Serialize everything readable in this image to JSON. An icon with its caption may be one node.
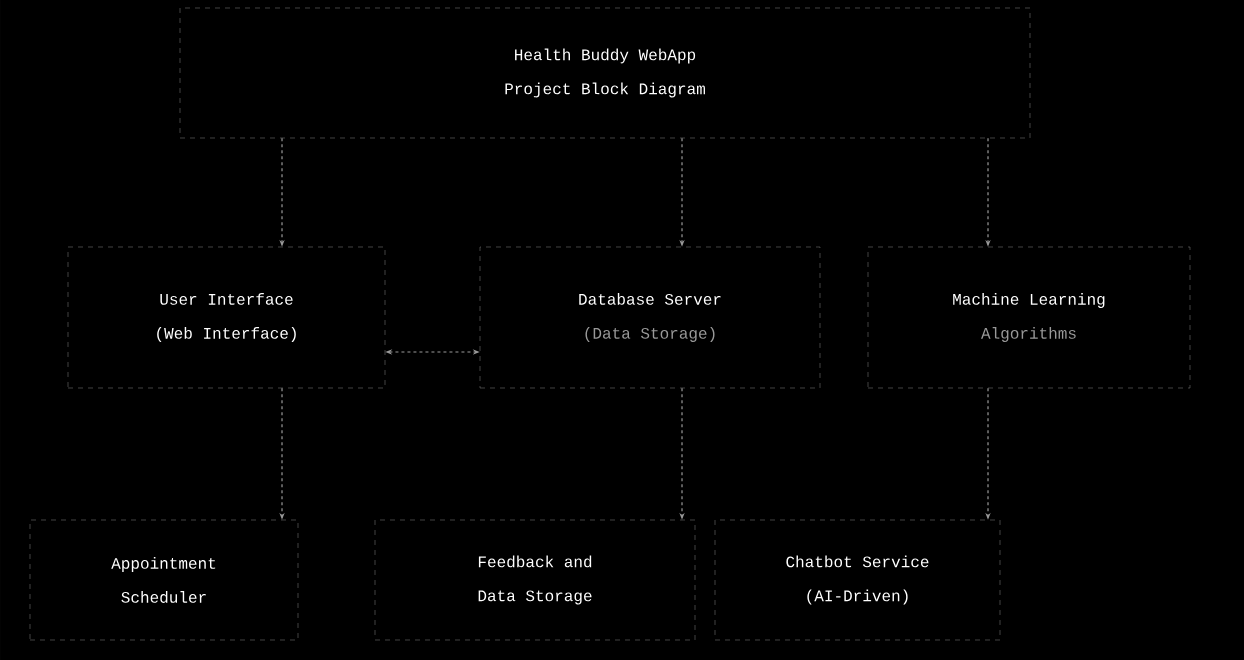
{
  "diagram": {
    "nodes": [
      {
        "text": [
          "Health Buddy WebApp",
          "Project Block Diagram"
        ]
      },
      {
        "text": [
          "User Interface",
          "(Web Interface)"
        ]
      },
      {
        "text": [
          "Database Server",
          "(Data Storage)"
        ]
      },
      {
        "text": [
          "Machine Learning",
          "Algorithms"
        ]
      },
      {
        "text": [
          "Appointment",
          "Scheduler"
        ]
      },
      {
        "text": [
          "Feedback and",
          "Data Storage"
        ]
      },
      {
        "text": [
          "Chatbot Service",
          "(AI-Driven)"
        ]
      }
    ],
    "edges": [
      {
        "from": 0,
        "to": 1,
        "arrow": "to"
      },
      {
        "from": 0,
        "to": 2,
        "arrow": "to"
      },
      {
        "from": 0,
        "to": 3,
        "arrow": "to"
      },
      {
        "from": 1,
        "to": 2,
        "arrow": "both"
      },
      {
        "from": 1,
        "to": 4,
        "arrow": "to"
      },
      {
        "from": 2,
        "to": 5,
        "arrow": "to"
      },
      {
        "from": 3,
        "to": 6,
        "arrow": "to"
      }
    ]
  }
}
